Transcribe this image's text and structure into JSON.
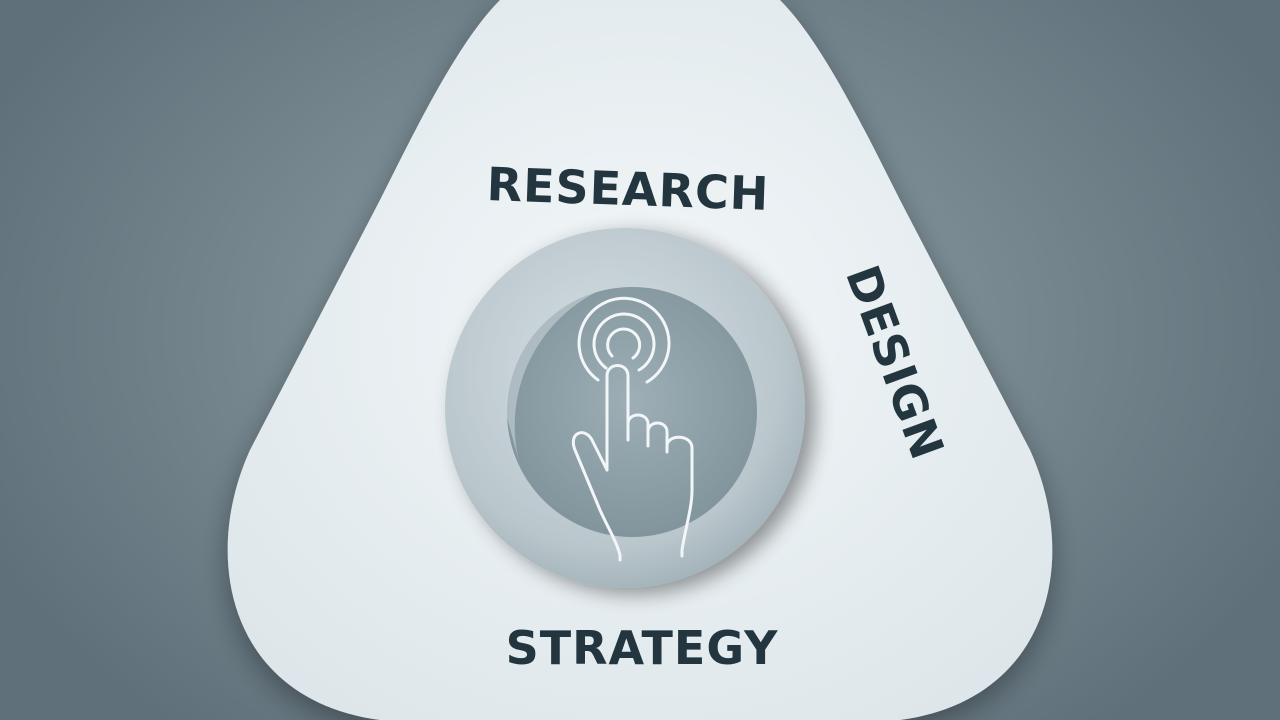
{
  "labels": {
    "research": "RESEARCH",
    "design": "DESIGN",
    "strategy": "STRATEGY"
  },
  "icons": {
    "center": "touch-hand-icon"
  },
  "colors": {
    "background": "#7a8b93",
    "triangle": "#e9f0f3",
    "text": "#23363f",
    "inner_circle": "#8da0a8",
    "icon_stroke": "#f2f6f8"
  }
}
